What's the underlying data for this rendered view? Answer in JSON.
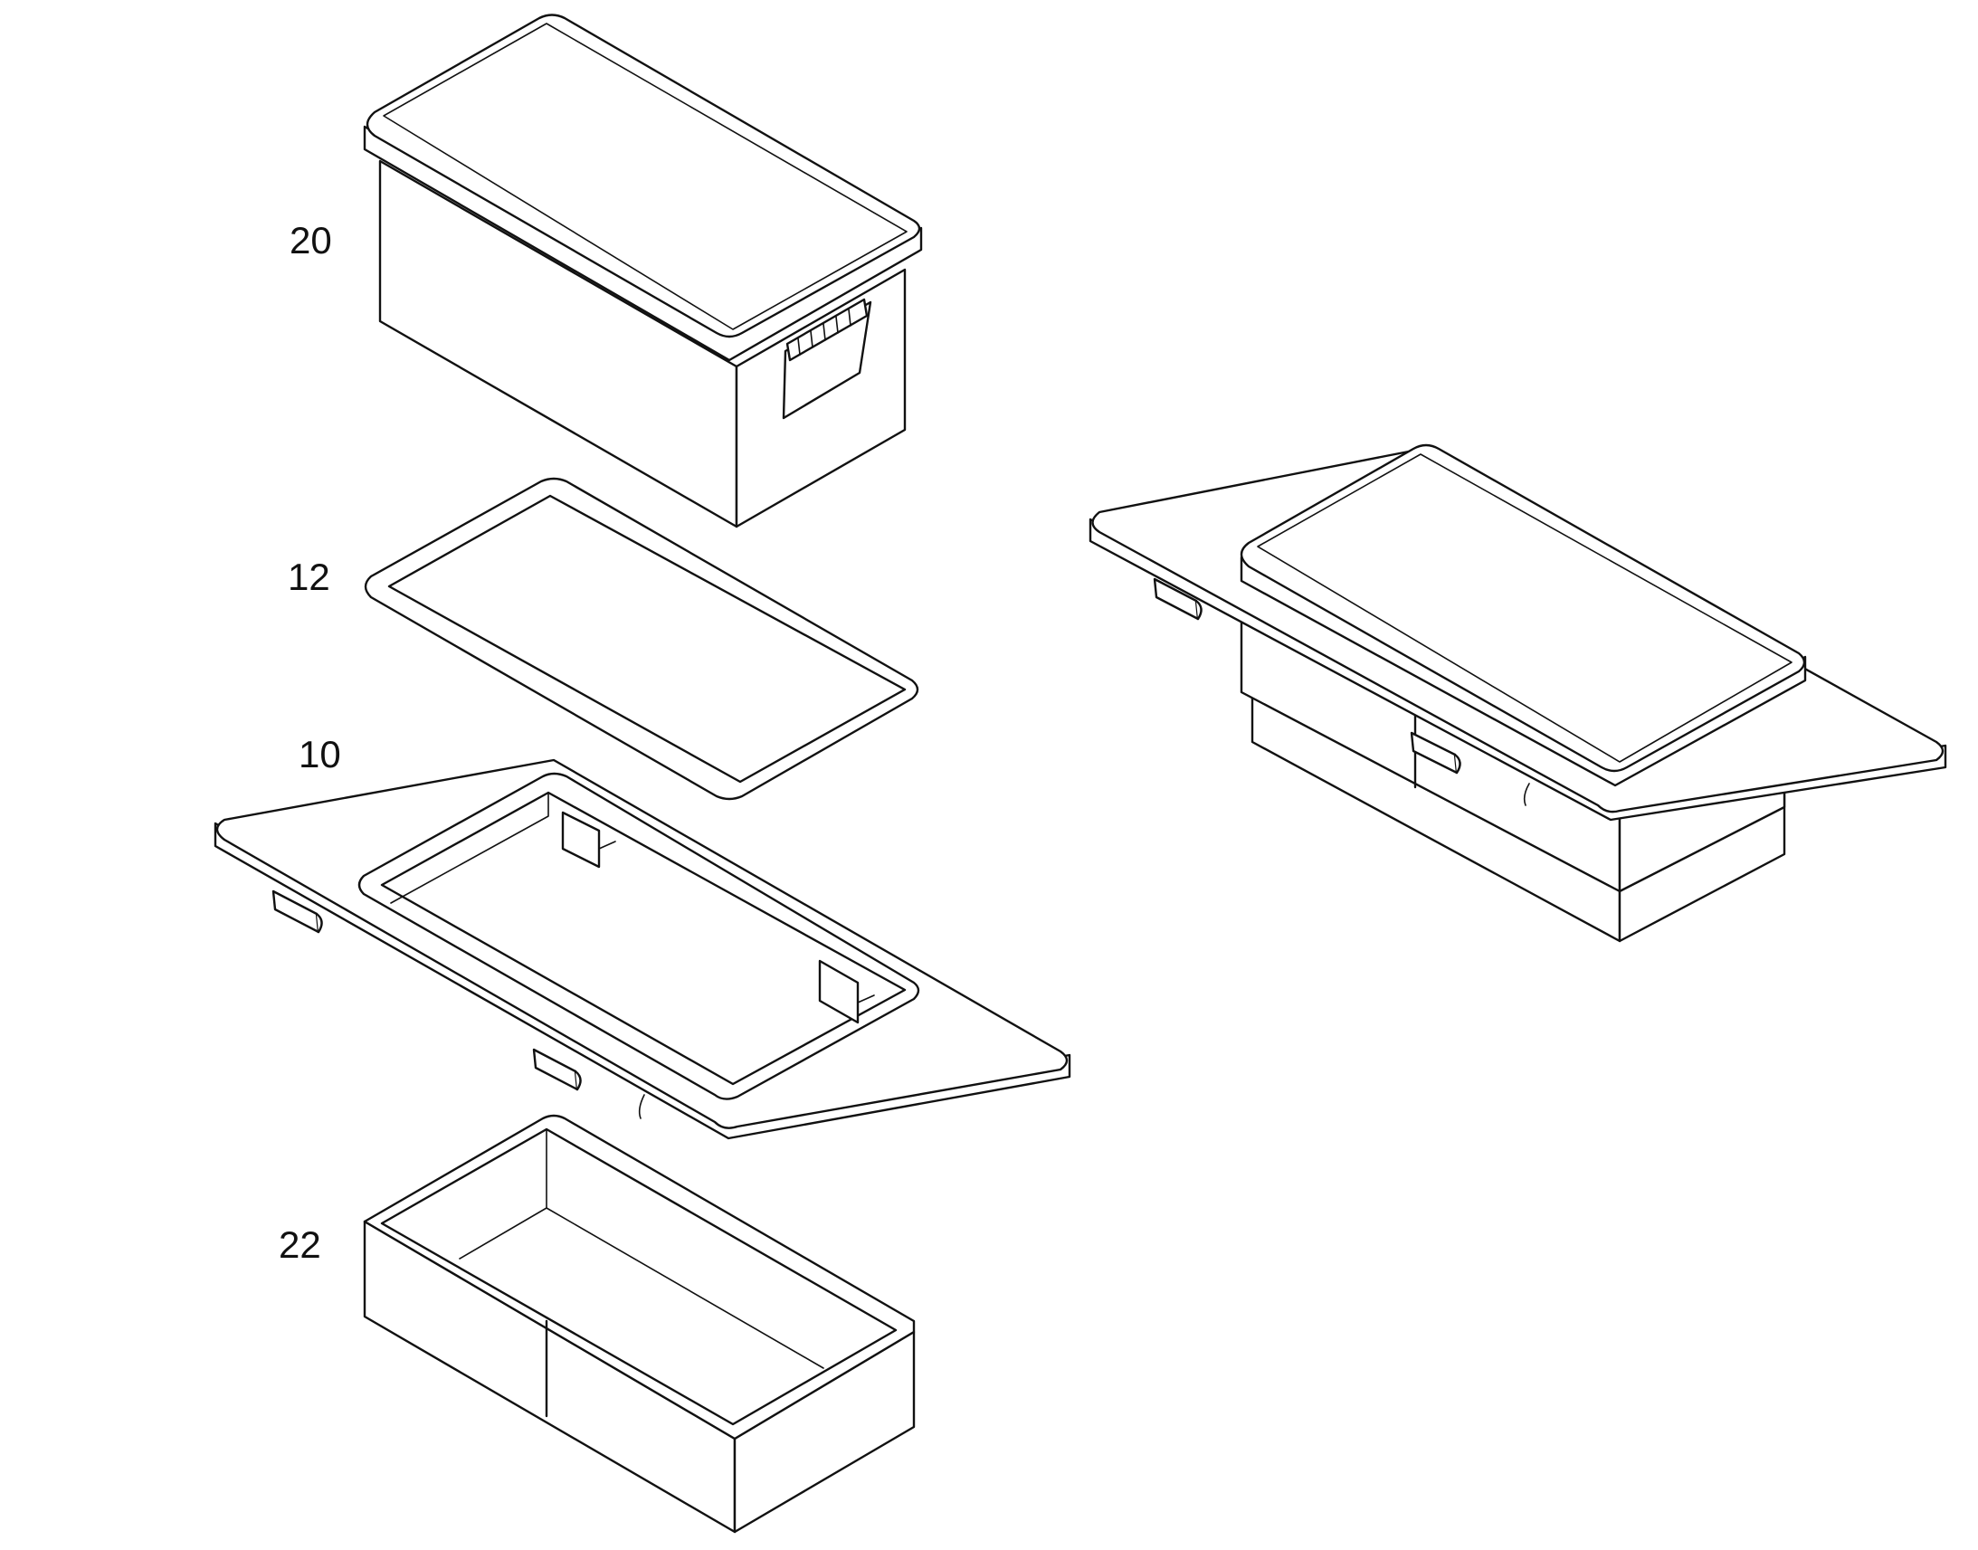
{
  "figure": {
    "labels": {
      "cover": "20",
      "gasket": "12",
      "frame": "10",
      "tray": "22"
    }
  }
}
